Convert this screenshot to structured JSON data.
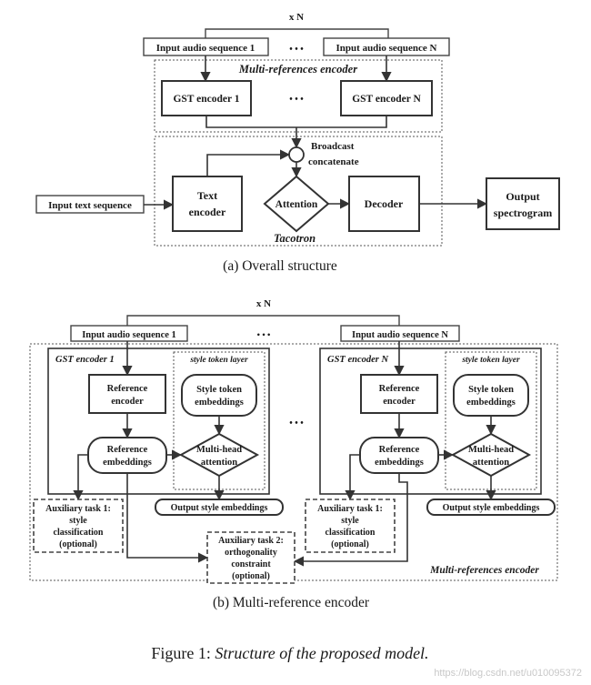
{
  "top": {
    "repeat_label": "x N",
    "input_audio_1": "Input audio sequence 1",
    "input_audio_n": "Input audio sequence N",
    "ellipsis": "• • •",
    "mre_label": "Multi-references encoder",
    "gst_1": "GST encoder 1",
    "gst_n": "GST encoder N",
    "broadcast_line1": "Broadcast",
    "broadcast_line2": "concatenate",
    "input_text": "Input text sequence",
    "text_enc_line1": "Text",
    "text_enc_line2": "encoder",
    "attention": "Attention",
    "decoder": "Decoder",
    "output_line1": "Output",
    "output_line2": "spectrogram",
    "tacotron": "Tacotron",
    "caption": "(a)  Overall structure"
  },
  "bottom": {
    "repeat_label": "x N",
    "input_audio_1": "Input audio sequence 1",
    "input_audio_n": "Input audio sequence N",
    "ellipsis": "• • •",
    "mid_ellipsis": "• • •",
    "gst_1": "GST encoder 1",
    "gst_n": "GST encoder N",
    "stl_label": "style token layer",
    "ref_enc_line1": "Reference",
    "ref_enc_line2": "encoder",
    "style_tok_line1": "Style token",
    "style_tok_line2": "embeddings",
    "ref_emb_line1": "Reference",
    "ref_emb_line2": "embeddings",
    "mha_line1": "Multi-head",
    "mha_line2": "attention",
    "out_style": "Output style embeddings",
    "aux1_line1": "Auxiliary task 1:",
    "aux1_line2": "style",
    "aux1_line3": "classification",
    "aux1_line4": "(optional)",
    "aux2_line1": "Auxiliary task 2:",
    "aux2_line2": "orthogonality",
    "aux2_line3": "constraint",
    "aux2_line4": "(optional)",
    "mre_label": "Multi-references encoder",
    "caption": "(b)  Multi-reference encoder"
  },
  "figure": {
    "prefix": "Figure 1: ",
    "title": "Structure of the proposed model."
  },
  "watermark": "https://blog.csdn.net/u010095372"
}
